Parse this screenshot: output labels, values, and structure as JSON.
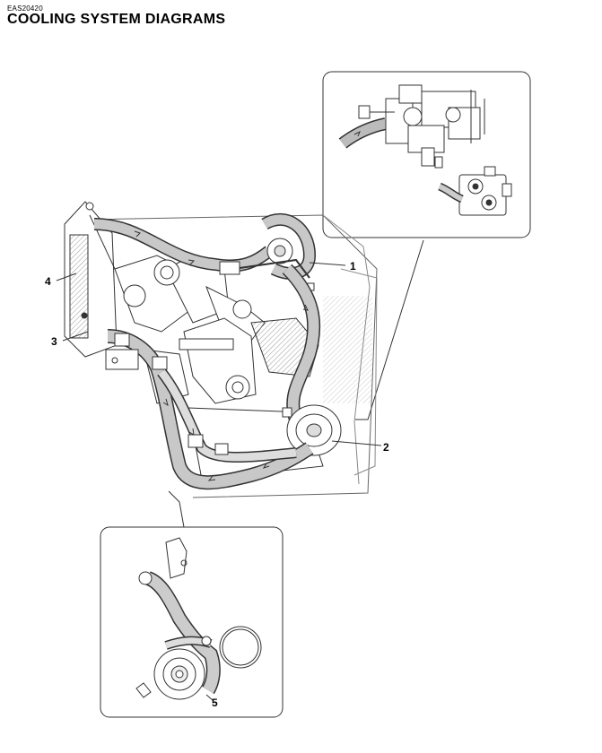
{
  "header": {
    "code": "EAS20420",
    "title": "COOLING SYSTEM DIAGRAMS"
  },
  "callouts": [
    "1",
    "2",
    "3",
    "4",
    "5"
  ]
}
